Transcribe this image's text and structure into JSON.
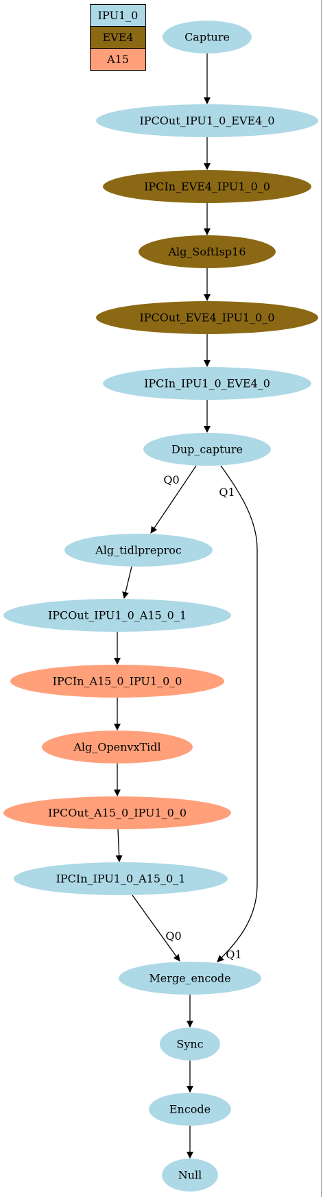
{
  "colors": {
    "ipu": "#add8e6",
    "eve": "#8b6914",
    "a15": "#ffa07a",
    "edge": "#000000"
  },
  "legend": [
    {
      "label": "IPU1_0",
      "color": "#add8e6"
    },
    {
      "label": "EVE4",
      "color": "#8b6914"
    },
    {
      "label": "A15",
      "color": "#ffa07a"
    }
  ],
  "nodes": [
    {
      "id": "capture",
      "label": "Capture",
      "core": "ipu"
    },
    {
      "id": "ipcout_ipu_eve",
      "label": "IPCOut_IPU1_0_EVE4_0",
      "core": "ipu"
    },
    {
      "id": "ipcin_eve_ipu",
      "label": "IPCIn_EVE4_IPU1_0_0",
      "core": "eve"
    },
    {
      "id": "alg_softisp",
      "label": "Alg_SoftIsp16",
      "core": "eve"
    },
    {
      "id": "ipcout_eve_ipu",
      "label": "IPCOut_EVE4_IPU1_0_0",
      "core": "eve"
    },
    {
      "id": "ipcin_ipu_eve",
      "label": "IPCIn_IPU1_0_EVE4_0",
      "core": "ipu"
    },
    {
      "id": "dup_capture",
      "label": "Dup_capture",
      "core": "ipu"
    },
    {
      "id": "alg_tidlpreproc",
      "label": "Alg_tidlpreproc",
      "core": "ipu"
    },
    {
      "id": "ipcout_ipu_a15",
      "label": "IPCOut_IPU1_0_A15_0_1",
      "core": "ipu"
    },
    {
      "id": "ipcin_a15_ipu",
      "label": "IPCIn_A15_0_IPU1_0_0",
      "core": "a15"
    },
    {
      "id": "alg_openvxtidl",
      "label": "Alg_OpenvxTidl",
      "core": "a15"
    },
    {
      "id": "ipcout_a15_ipu",
      "label": "IPCOut_A15_0_IPU1_0_0",
      "core": "a15"
    },
    {
      "id": "ipcin_ipu_a15",
      "label": "IPCIn_IPU1_0_A15_0_1",
      "core": "ipu"
    },
    {
      "id": "merge_encode",
      "label": "Merge_encode",
      "core": "ipu"
    },
    {
      "id": "sync",
      "label": "Sync",
      "core": "ipu"
    },
    {
      "id": "encode",
      "label": "Encode",
      "core": "ipu"
    },
    {
      "id": "null",
      "label": "Null",
      "core": "ipu"
    }
  ],
  "edges": [
    {
      "from": "capture",
      "to": "ipcout_ipu_eve",
      "label": ""
    },
    {
      "from": "ipcout_ipu_eve",
      "to": "ipcin_eve_ipu",
      "label": ""
    },
    {
      "from": "ipcin_eve_ipu",
      "to": "alg_softisp",
      "label": ""
    },
    {
      "from": "alg_softisp",
      "to": "ipcout_eve_ipu",
      "label": ""
    },
    {
      "from": "ipcout_eve_ipu",
      "to": "ipcin_ipu_eve",
      "label": ""
    },
    {
      "from": "ipcin_ipu_eve",
      "to": "dup_capture",
      "label": ""
    },
    {
      "from": "dup_capture",
      "to": "alg_tidlpreproc",
      "label": "Q0"
    },
    {
      "from": "dup_capture",
      "to": "merge_encode",
      "label": "Q1"
    },
    {
      "from": "alg_tidlpreproc",
      "to": "ipcout_ipu_a15",
      "label": ""
    },
    {
      "from": "ipcout_ipu_a15",
      "to": "ipcin_a15_ipu",
      "label": ""
    },
    {
      "from": "ipcin_a15_ipu",
      "to": "alg_openvxtidl",
      "label": ""
    },
    {
      "from": "alg_openvxtidl",
      "to": "ipcout_a15_ipu",
      "label": ""
    },
    {
      "from": "ipcout_a15_ipu",
      "to": "ipcin_ipu_a15",
      "label": ""
    },
    {
      "from": "ipcin_ipu_a15",
      "to": "merge_encode",
      "label": "Q0"
    },
    {
      "from": "merge_encode",
      "to": "sync",
      "label": ""
    },
    {
      "from": "sync",
      "to": "encode",
      "label": ""
    },
    {
      "from": "encode",
      "to": "null",
      "label": ""
    }
  ]
}
